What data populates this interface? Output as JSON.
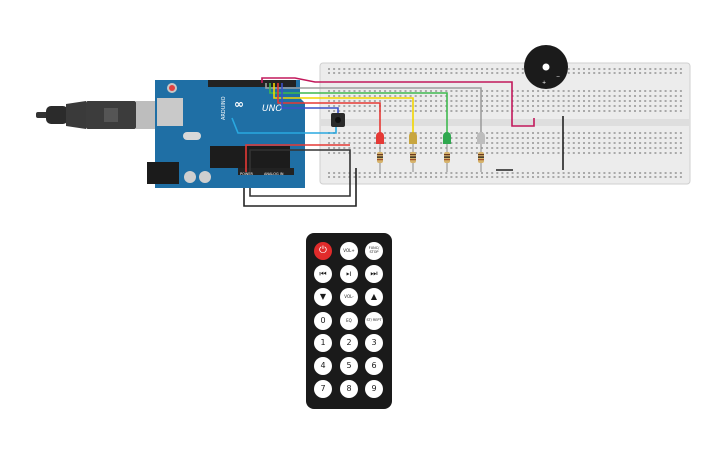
{
  "arduino": {
    "brand": "ARDUINO",
    "model": "UNO",
    "power_header": "POWER",
    "analog_header": "ANALOG IN"
  },
  "remote": {
    "buttons": [
      {
        "label": "⏻",
        "icon": "power-icon",
        "kind": "power"
      },
      {
        "label": "VOL+",
        "kind": "small"
      },
      {
        "label": "FUNC/ STOP",
        "kind": "tiny"
      },
      {
        "label": "⏮",
        "icon": "previous-track-icon"
      },
      {
        "label": "▶‖",
        "icon": "play-pause-icon",
        "kind": "small"
      },
      {
        "label": "⏭",
        "icon": "next-track-icon"
      },
      {
        "label": "▼",
        "icon": "down-arrow-icon"
      },
      {
        "label": "VOL-",
        "kind": "small"
      },
      {
        "label": "▲",
        "icon": "up-arrow-icon"
      },
      {
        "label": "0"
      },
      {
        "label": "EQ",
        "kind": "small"
      },
      {
        "label": "ST/ REPT",
        "kind": "tiny"
      },
      {
        "label": "1"
      },
      {
        "label": "2"
      },
      {
        "label": "3"
      },
      {
        "label": "4"
      },
      {
        "label": "5"
      },
      {
        "label": "6"
      },
      {
        "label": "7"
      },
      {
        "label": "8"
      },
      {
        "label": "9"
      }
    ]
  },
  "leds": [
    {
      "color": "#e53935",
      "wire": "#e53935"
    },
    {
      "color": "#c8a640",
      "wire": "#f2d600"
    },
    {
      "color": "#2fa84f",
      "wire": "#3fb94f"
    },
    {
      "color": "#bdbdbd",
      "wire": "#9e9e9e"
    }
  ],
  "colors": {
    "board": "#1f6fa5",
    "breadboard": "#ececec",
    "wire_red": "#e53935",
    "wire_black": "#222222",
    "wire_pink": "#c2185b",
    "wire_cyan": "#29a8e0",
    "wire_blue": "#3b50c9"
  }
}
